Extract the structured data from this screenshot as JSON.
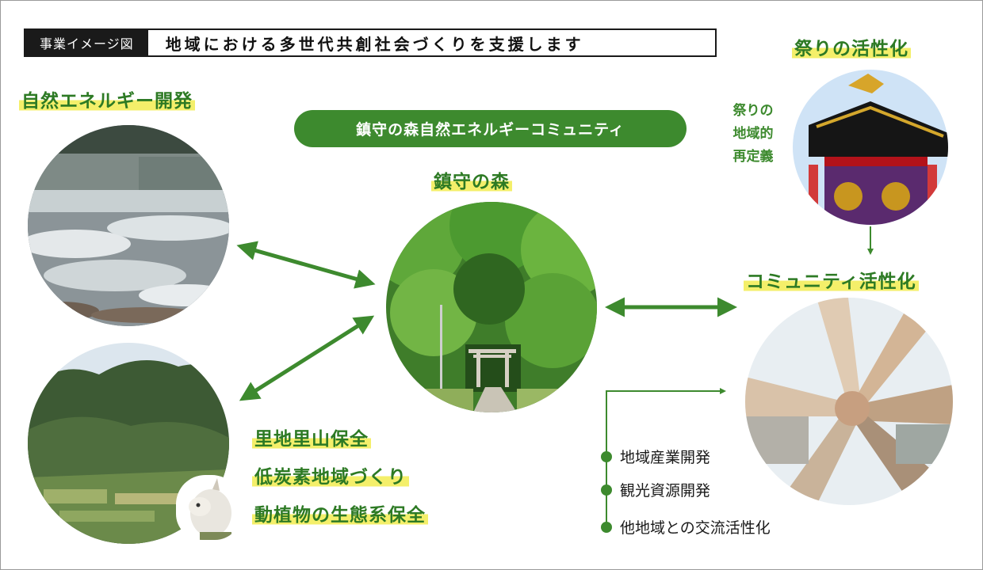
{
  "header": {
    "tag": "事業イメージ図",
    "title": "地域における多世代共創社会づくりを支援します"
  },
  "headings": {
    "energy": "自然エネルギー開発",
    "forest": "鎮守の森",
    "festival": "祭りの活性化",
    "community": "コミュニティ活性化"
  },
  "pill": "鎮守の森自然エネルギーコミュニティ",
  "festival_note": [
    "祭りの",
    "地域的",
    "再定義"
  ],
  "satoyama": [
    "里地里山保全",
    "低炭素地域づくり",
    "動植物の生態系保全"
  ],
  "community_items": [
    "地域産業開発",
    "観光資源開発",
    "他地域との交流活性化"
  ],
  "colors": {
    "accent_green": "#3d8a2e",
    "highlight_yellow": "#f4ef6a"
  }
}
